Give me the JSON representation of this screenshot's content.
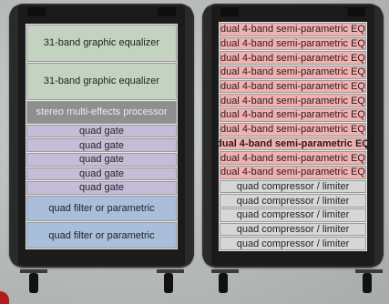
{
  "left_rack": {
    "units": [
      {
        "label": "31-band graphic equalizer",
        "kind": "geq"
      },
      {
        "label": "31-band graphic equalizer",
        "kind": "geq"
      },
      {
        "label": "stereo multi-effects processor",
        "kind": "fx"
      },
      {
        "label": "quad gate",
        "kind": "gate"
      },
      {
        "label": "quad gate",
        "kind": "gate"
      },
      {
        "label": "quad gate",
        "kind": "gate"
      },
      {
        "label": "quad gate",
        "kind": "gate"
      },
      {
        "label": "quad gate",
        "kind": "gate"
      },
      {
        "label": "quad filter or parametric",
        "kind": "filt"
      },
      {
        "label": "quad filter or parametric",
        "kind": "filt"
      }
    ]
  },
  "right_rack": {
    "units": [
      {
        "label": "dual 4-band semi-parametric EQ",
        "kind": "eq"
      },
      {
        "label": "dual 4-band semi-parametric EQ",
        "kind": "eq"
      },
      {
        "label": "dual 4-band semi-parametric EQ",
        "kind": "eq"
      },
      {
        "label": "dual 4-band semi-parametric EQ",
        "kind": "eq"
      },
      {
        "label": "dual 4-band semi-parametric EQ",
        "kind": "eq"
      },
      {
        "label": "dual 4-band semi-parametric EQ",
        "kind": "eq"
      },
      {
        "label": "dual 4-band semi-parametric EQ",
        "kind": "eq"
      },
      {
        "label": "dual 4-band semi-parametric EQ",
        "kind": "eq"
      },
      {
        "label": "dual 4-band semi-parametric EQ",
        "kind": "eq bold"
      },
      {
        "label": "dual 4-band semi-parametric EQ",
        "kind": "eq"
      },
      {
        "label": "dual 4-band semi-parametric EQ",
        "kind": "eq"
      },
      {
        "label": "quad compressor / limiter",
        "kind": "comp"
      },
      {
        "label": "quad compressor / limiter",
        "kind": "comp"
      },
      {
        "label": "quad compressor / limiter",
        "kind": "comp"
      },
      {
        "label": "quad compressor / limiter",
        "kind": "comp"
      },
      {
        "label": "quad compressor / limiter",
        "kind": "comp"
      }
    ]
  },
  "colors": {
    "graphic_eq": "#c4d3c0",
    "effects": "#8f8f8f",
    "gate": "#c6bcd9",
    "filter": "#a9bedb",
    "semi_parametric_eq": "#f1b1b1",
    "compressor": "#d6d6d6",
    "rack_case": "#1b1b1b"
  }
}
